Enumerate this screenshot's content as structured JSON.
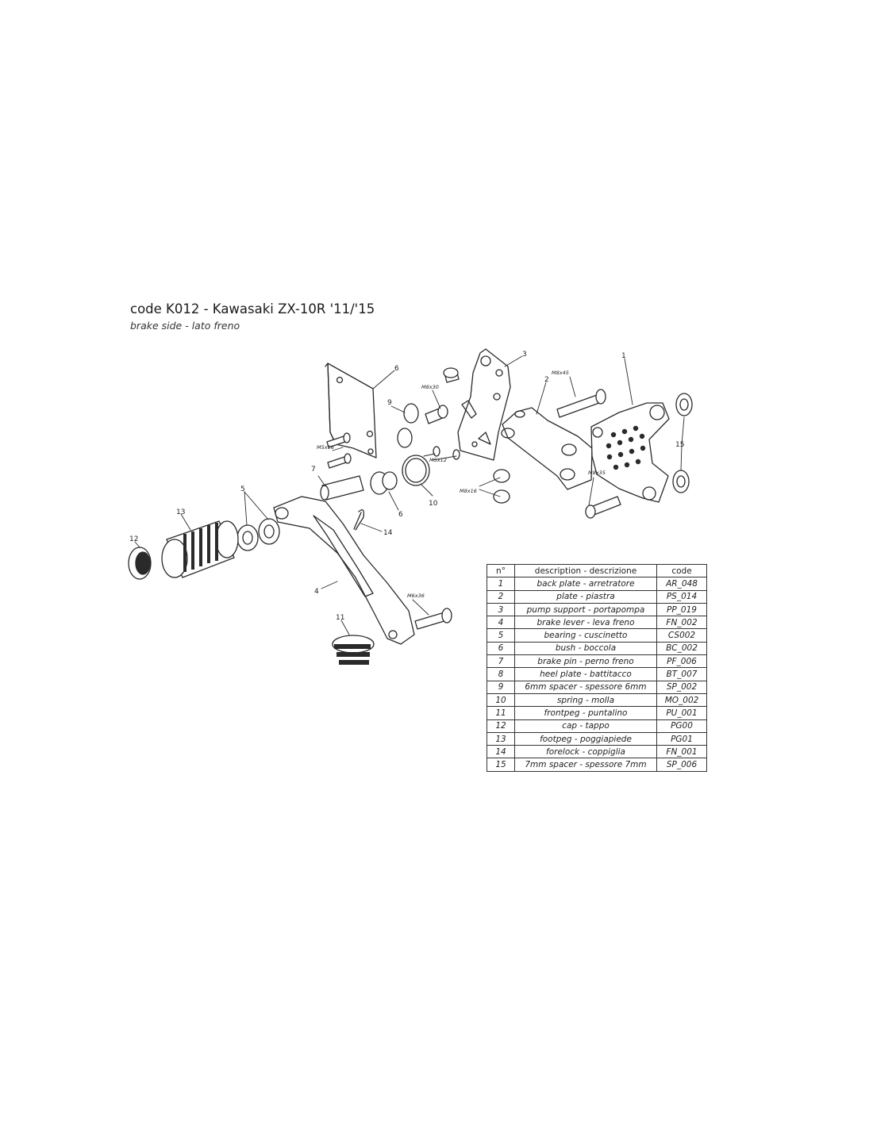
{
  "title": "code K012 - Kawasaki ZX-10R '11/'15",
  "subtitle": "brake side - lato freno",
  "callouts": {
    "c1": "1",
    "c2": "2",
    "c3": "3",
    "c4": "4",
    "c5": "5",
    "c6a": "6",
    "c6b": "6",
    "c7": "7",
    "c9": "9",
    "c10": "10",
    "c11": "11",
    "c12": "12",
    "c13": "13",
    "c14": "14",
    "c15": "15"
  },
  "bolts": {
    "m8x45": "M8x45",
    "m8x30": "M8x30",
    "m5x16": "M5x16",
    "m5x12": "M5x12",
    "m8x16": "M8x16",
    "m8x35": "M8x35",
    "m6x36": "M6x36"
  },
  "table": {
    "headers": {
      "n": "n°",
      "description": "description - descrizione",
      "code": "code"
    },
    "rows": [
      {
        "n": "1",
        "description": "back plate - arretratore",
        "code": "AR_048"
      },
      {
        "n": "2",
        "description": "plate - piastra",
        "code": "PS_014"
      },
      {
        "n": "3",
        "description": "pump support - portapompa",
        "code": "PP_019"
      },
      {
        "n": "4",
        "description": "brake lever - leva freno",
        "code": "FN_002"
      },
      {
        "n": "5",
        "description": "bearing - cuscinetto",
        "code": "CS002"
      },
      {
        "n": "6",
        "description": "bush - boccola",
        "code": "BC_002"
      },
      {
        "n": "7",
        "description": "brake pin - perno freno",
        "code": "PF_006"
      },
      {
        "n": "8",
        "description": "heel plate - battitacco",
        "code": "BT_007"
      },
      {
        "n": "9",
        "description": "6mm spacer - spessore 6mm",
        "code": "SP_002"
      },
      {
        "n": "10",
        "description": "spring - molla",
        "code": "MO_002"
      },
      {
        "n": "11",
        "description": "frontpeg - puntalino",
        "code": "PU_001"
      },
      {
        "n": "12",
        "description": "cap - tappo",
        "code": "PG00"
      },
      {
        "n": "13",
        "description": "footpeg - poggiapiede",
        "code": "PG01"
      },
      {
        "n": "14",
        "description": "forelock - coppiglia",
        "code": "FN_001"
      },
      {
        "n": "15",
        "description": "7mm spacer - spessore 7mm",
        "code": "SP_006"
      }
    ]
  }
}
